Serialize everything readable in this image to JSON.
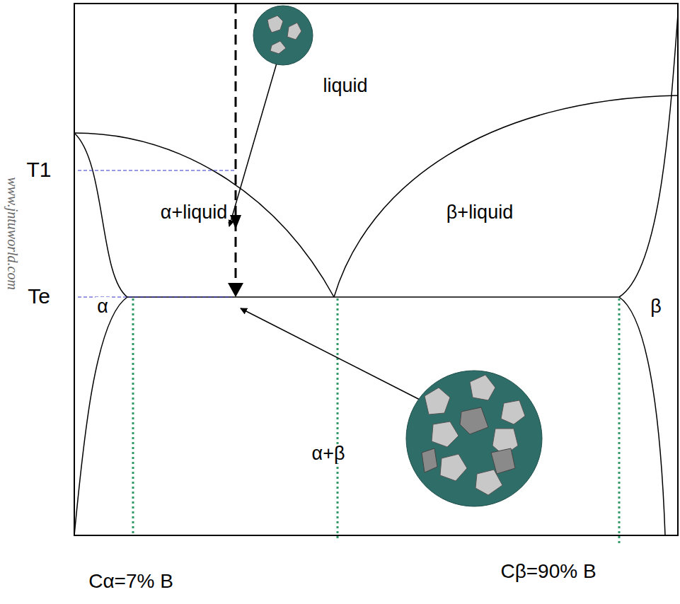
{
  "diagram": {
    "labels": [
      "liquid",
      "α+liquid",
      "β+liquid",
      "α",
      "β",
      "α+β",
      "T1",
      "Te",
      "Cα=7% B",
      "Cβ=90% B",
      "www.jntuworld.com"
    ]
  }
}
